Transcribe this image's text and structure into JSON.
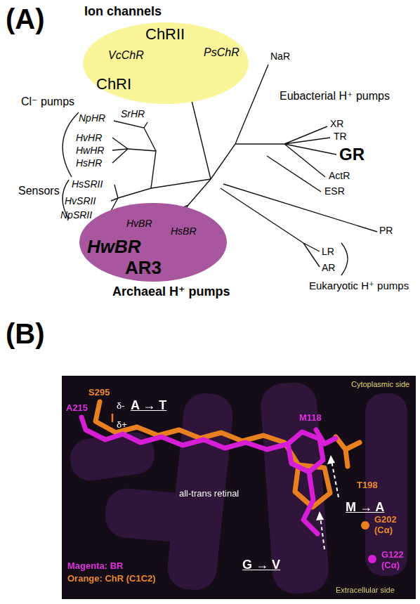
{
  "diagram": {
    "nodes": [
      {
        "text": [
          "Ion channels",
          "ChRII",
          "VcChR",
          "PsChR",
          "ChRI"
        ]
      },
      {
        "text": [
          "HvBR",
          "HsBR",
          "HwBR",
          "AR3",
          "Archaeal H⁺ pumps"
        ]
      }
    ],
    "labels": [
      "(A)",
      "NaR",
      "Eubacterial H⁺ pumps",
      "XR",
      "TR",
      "GR",
      "ActR",
      "ESR",
      "PR",
      "LR",
      "AR",
      "Eukaryotic H⁺ pumps",
      "Cl⁻ pumps",
      "NpHR",
      "SrHR",
      "HvHR",
      "HwHR",
      "HsHR",
      "Sensors",
      "HsSRII",
      "HvSRII",
      "NpSRII",
      "(B)",
      "Cytoplasmic side",
      "S295",
      "A215",
      "δ-",
      "A → T",
      "δ+",
      "M118",
      "T198",
      "all-trans retinal",
      "M → A",
      "G202 (Cα)",
      "G122 (Cα)",
      "G → V",
      "Magenta: BR",
      "Orange: ChR (C1C2)",
      "Extracellular side"
    ]
  }
}
